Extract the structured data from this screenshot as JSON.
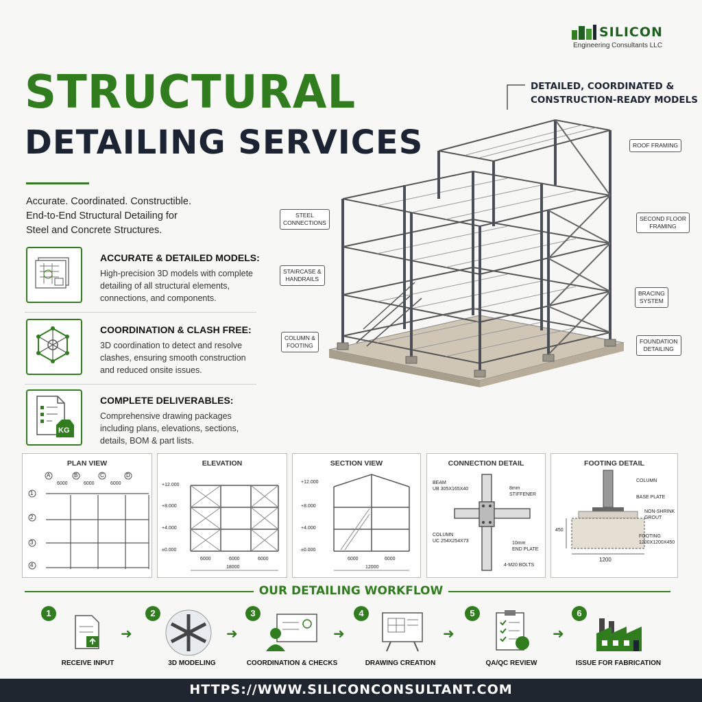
{
  "brand": {
    "name": "SILICON",
    "subtitle": "Engineering Consultants LLC",
    "color_primary": "#2f7d1c",
    "color_dark": "#1c2433"
  },
  "hero": {
    "title_line1": "STRUCTURAL",
    "title_line2": "DETAILING SERVICES",
    "intro_lines": [
      "Accurate. Coordinated. Constructible.",
      "End-to-End Structural Detailing for",
      "Steel and Concrete Structures."
    ]
  },
  "features": [
    {
      "title": "ACCURATE & DETAILED MODELS:",
      "description": "High-precision 3D models with complete detailing of all structural elements, connections, and components.",
      "icon": "blueprint-icon"
    },
    {
      "title": "COORDINATION & CLASH FREE:",
      "description": "3D coordination to detect and resolve clashes, ensuring smooth construction and reduced onsite issues.",
      "icon": "coordination-icon"
    },
    {
      "title": "COMPLETE DELIVERABLES:",
      "description": "Comprehensive drawing packages including plans, elevations, sections, details, BOM & part lists.",
      "icon": "deliverables-icon",
      "badge": "KG"
    }
  ],
  "model": {
    "callout_title_line1": "DETAILED, COORDINATED &",
    "callout_title_line2": "CONSTRUCTION-READY MODELS",
    "labels": {
      "roof_framing": "ROOF FRAMING",
      "second_floor_1": "SECOND FLOOR",
      "second_floor_2": "FRAMING",
      "steel_conn_1": "STEEL",
      "steel_conn_2": "CONNECTIONS",
      "staircase_1": "STAIRCASE &",
      "staircase_2": "HANDRAILS",
      "bracing_1": "BRACING",
      "bracing_2": "SYSTEM",
      "column_1": "COLUMN &",
      "column_2": "FOOTING",
      "foundation_1": "FOUNDATION",
      "foundation_2": "DETAILING"
    }
  },
  "panels": {
    "plan": {
      "title": "PLAN VIEW",
      "cols": [
        "A",
        "B",
        "C",
        "D"
      ],
      "rows": [
        "1",
        "2",
        "3",
        "4"
      ],
      "spacing": "6000"
    },
    "elevation": {
      "title": "ELEVATION",
      "levels": [
        "+12.000",
        "+8.000",
        "+4.000",
        "±0.000"
      ],
      "spans": [
        "6000",
        "6000",
        "6000"
      ],
      "total": "18000"
    },
    "section": {
      "title": "SECTION VIEW",
      "levels": [
        "+12.000",
        "+8.000",
        "+4.000",
        "±0.000"
      ],
      "spans": [
        "6000",
        "6000"
      ],
      "total": "12000"
    },
    "connection": {
      "title": "CONNECTION DETAIL",
      "beam_1": "BEAM",
      "beam_2": "UB 305X165X40",
      "stiffener_1": "8mm",
      "stiffener_2": "STIFFENER",
      "column_1": "COLUMN",
      "column_2": "UC 254X254X73",
      "endplate_1": "10mm",
      "endplate_2": "END PLATE",
      "bolts": "4-M20 BOLTS"
    },
    "footing": {
      "title": "FOOTING DETAIL",
      "column": "COLUMN",
      "base_plate": "BASE PLATE",
      "grout_1": "NON-SHRINK",
      "grout_2": "GROUT",
      "footing_1": "FOOTING",
      "footing_2": "1200X1200X450",
      "depth": "450",
      "width": "1200"
    }
  },
  "workflow": {
    "title": "OUR DETAILING WORKFLOW",
    "steps": [
      {
        "num": "1",
        "label": "RECEIVE INPUT",
        "icon": "document-upload-icon"
      },
      {
        "num": "2",
        "label": "3D MODELING",
        "icon": "steel-node-icon"
      },
      {
        "num": "3",
        "label": "COORDINATION & CHECKS",
        "icon": "engineer-review-icon"
      },
      {
        "num": "4",
        "label": "DRAWING CREATION",
        "icon": "drawing-board-icon"
      },
      {
        "num": "5",
        "label": "QA/QC REVIEW",
        "icon": "checklist-icon"
      },
      {
        "num": "6",
        "label": "ISSUE FOR FABRICATION",
        "icon": "factory-icon"
      }
    ]
  },
  "footer": {
    "url": "HTTPS://WWW.SILICONCONSULTANT.COM"
  }
}
